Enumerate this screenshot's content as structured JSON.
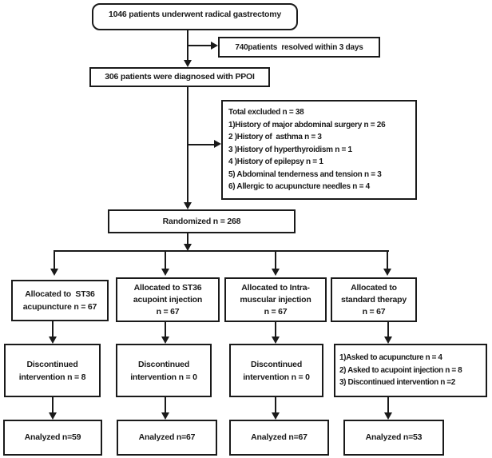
{
  "diagram": {
    "title": "CONSORT patient flow diagram",
    "colors": {
      "line": "#1a1a1a",
      "text": "#1a1a1a",
      "background": "#ffffff"
    },
    "enrollment_box": {
      "text": "1046 patients underwent radical gastrectomy"
    },
    "resolved_box": {
      "text": "740patients  resolved within 3 days"
    },
    "diagnosed_box": {
      "text": "306 patients were diagnosed with PPOI"
    },
    "excluded_box": {
      "lines": [
        "Total excluded n = 38",
        "1)History of major abdominal surgery n = 26",
        "2 )History of  asthma n = 3",
        "3 )History of hyperthyroidism n = 1",
        "4 )History of epilepsy n = 1",
        "5) Abdominal tenderness and tension n = 3",
        "6) Allergic to acupuncture needles n = 4"
      ]
    },
    "randomized_box": {
      "text": "Randomized n = 268"
    },
    "arms": [
      {
        "allocated_lines": [
          "Allocated to  ST36",
          "acupuncture n = 67"
        ],
        "discontinued_lines": [
          "Discontinued",
          "intervention n = 8"
        ],
        "analyzed_text": "Analyzed n=59"
      },
      {
        "allocated_lines": [
          "Allocated to ST36",
          "acupoint injection",
          "n = 67"
        ],
        "discontinued_lines": [
          "Discontinued",
          "intervention n = 0"
        ],
        "analyzed_text": "Analyzed n=67"
      },
      {
        "allocated_lines": [
          "Allocated to Intra-",
          "muscular injection",
          "n = 67"
        ],
        "discontinued_lines": [
          "Discontinued",
          "intervention n = 0"
        ],
        "analyzed_text": "Analyzed n=67"
      },
      {
        "allocated_lines": [
          "Allocated to",
          "standard therapy",
          "n = 67"
        ],
        "discontinued_lines": [
          "1)Asked to acupuncture n = 4",
          "2) Asked to acupoint injection n = 8",
          "3) Discontinued intervention n =2"
        ],
        "analyzed_text": "Analyzed n=53"
      }
    ]
  }
}
